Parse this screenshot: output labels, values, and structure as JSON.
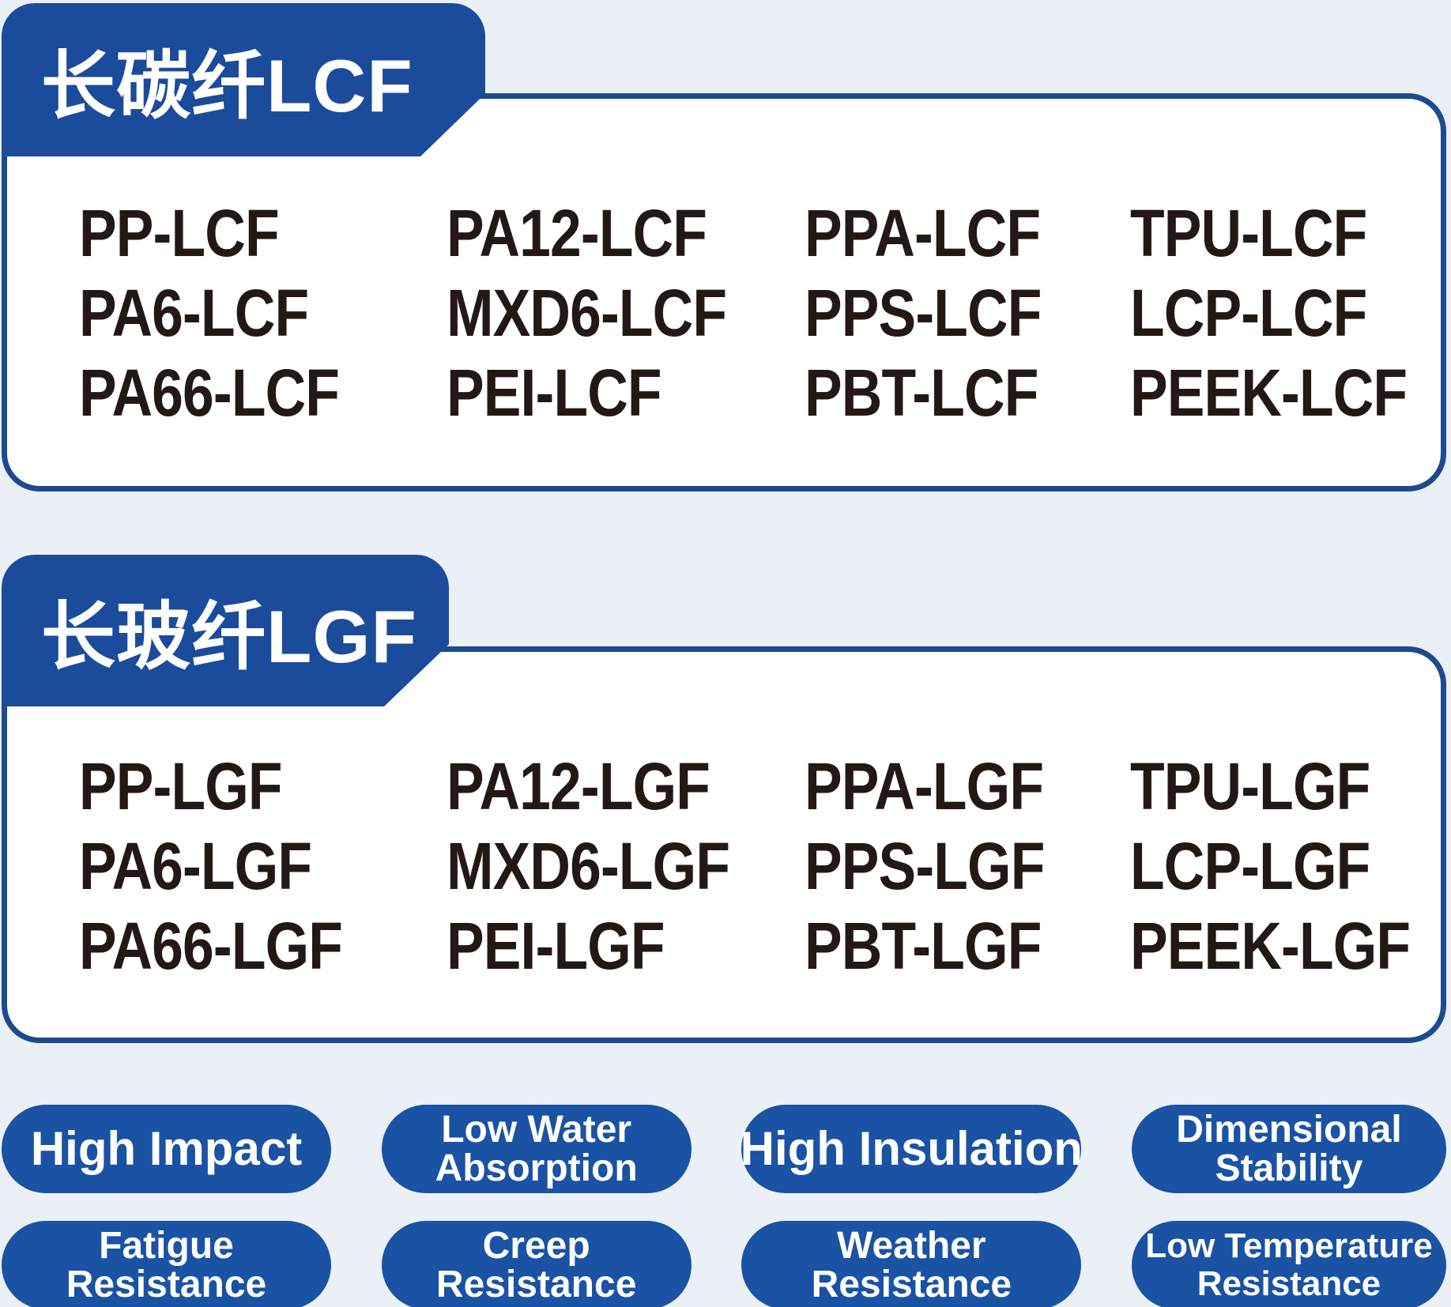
{
  "colors": {
    "background": "#EBF0F7",
    "tab_blue": "#1B4B9B",
    "border_blue": "#1C4A90",
    "badge_blue": "#1A52A4",
    "text_dark": "#231815",
    "text_light": "#FFFFFF"
  },
  "panels": [
    {
      "title": "长碳纤LCF",
      "materials": [
        "PP-LCF",
        "PA12-LCF",
        "PPA-LCF",
        "TPU-LCF",
        "PA6-LCF",
        "MXD6-LCF",
        "PPS-LCF",
        "LCP-LCF",
        "PA66-LCF",
        "PEI-LCF",
        "PBT-LCF",
        "PEEK-LCF"
      ]
    },
    {
      "title": "长玻纤LGF",
      "materials": [
        "PP-LGF",
        "PA12-LGF",
        "PPA-LGF",
        "TPU-LGF",
        "PA6-LGF",
        "MXD6-LGF",
        "PPS-LGF",
        "LCP-LGF",
        "PA66-LGF",
        "PEI-LGF",
        "PBT-LGF",
        "PEEK-LGF"
      ]
    }
  ],
  "badges": [
    {
      "lines": [
        "High Impact"
      ]
    },
    {
      "lines": [
        "Low Water",
        "Absorption"
      ]
    },
    {
      "lines": [
        "High Insulation"
      ]
    },
    {
      "lines": [
        "Dimensional",
        "Stability"
      ]
    },
    {
      "lines": [
        "Fatigue",
        "Resistance"
      ]
    },
    {
      "lines": [
        "Creep",
        "Resistance"
      ]
    },
    {
      "lines": [
        "Weather",
        "Resistance"
      ]
    },
    {
      "lines": [
        "Low Temperature",
        "Resistance"
      ]
    }
  ]
}
